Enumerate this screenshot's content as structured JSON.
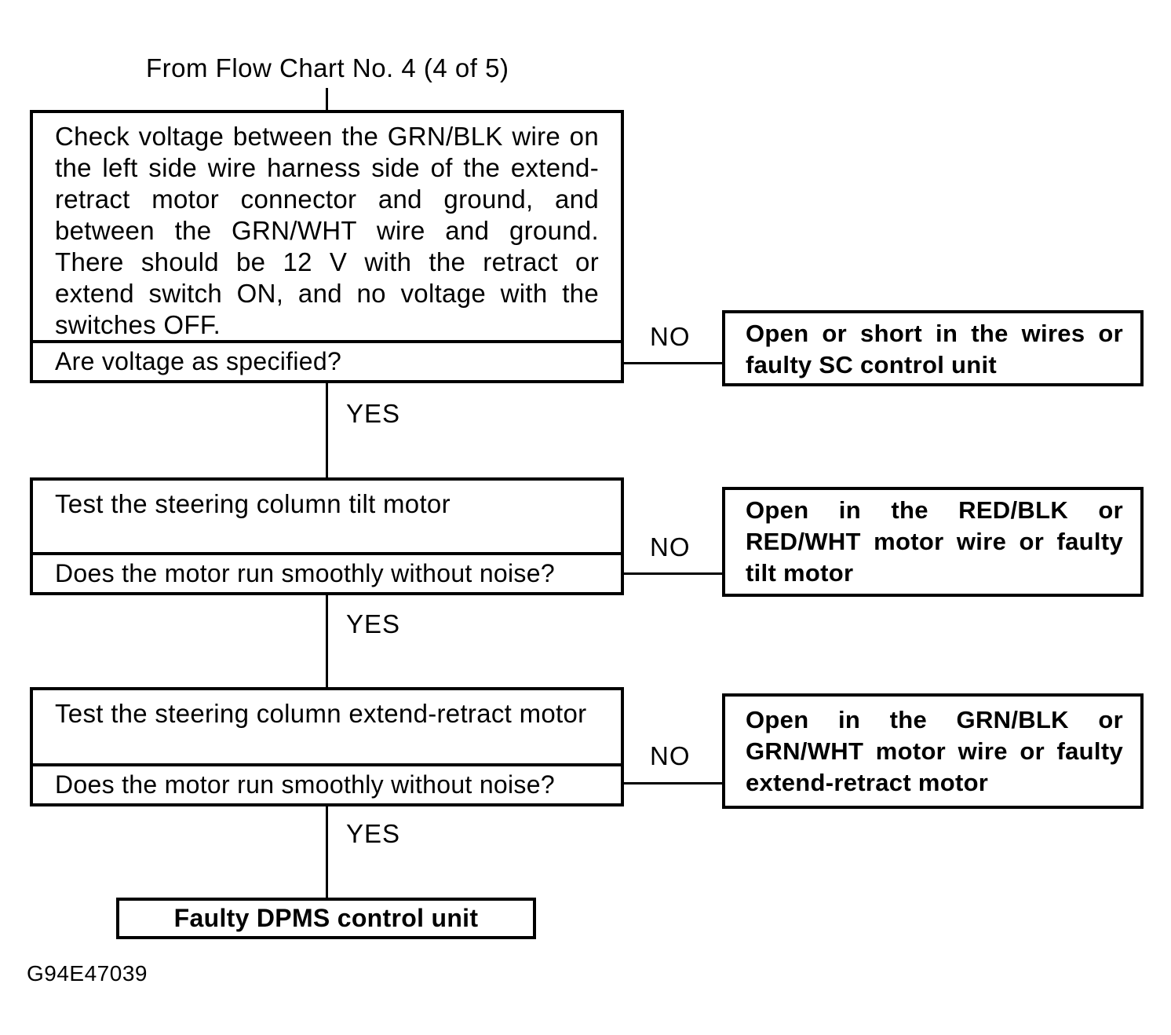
{
  "title": "From Flow Chart No. 4 (4 of 5)",
  "labels": {
    "yes": "YES",
    "no": "NO"
  },
  "steps": [
    {
      "instruction": "Check voltage between the GRN/BLK wire on the left side wire harness side of the extend-retract motor connector and ground, and between the GRN/WHT wire and ground. There should be 12 V with the retract or extend switch ON, and no voltage with the switches OFF.",
      "question": "Are voltage as specified?",
      "no_result": "Open or short in the wires or faulty SC control unit"
    },
    {
      "instruction": "Test the steering column tilt motor",
      "question": "Does the motor run smoothly without noise?",
      "no_result": "Open in the RED/BLK or RED/WHT motor wire or faulty tilt motor"
    },
    {
      "instruction": "Test the steering column extend-retract motor",
      "question": "Does the motor run smoothly without noise?",
      "no_result": "Open in the GRN/BLK or GRN/WHT motor wire or faulty extend-retract motor"
    }
  ],
  "final_result": "Faulty DPMS control unit",
  "figure_code": "G94E47039",
  "colors": {
    "ink": "#000000",
    "background": "#ffffff"
  }
}
